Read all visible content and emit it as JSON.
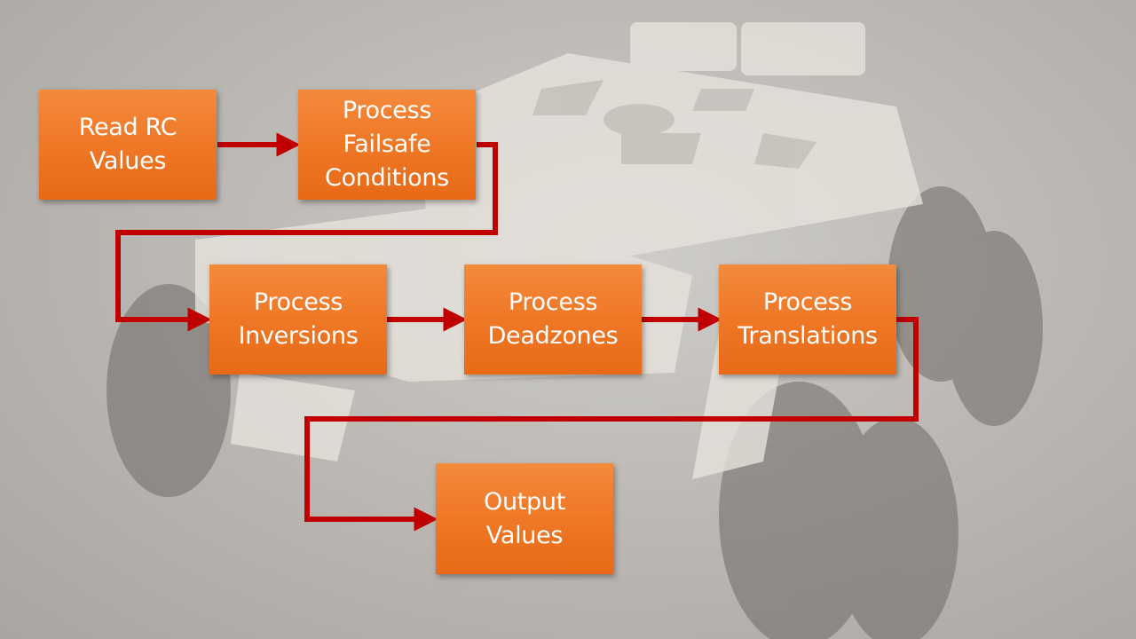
{
  "diagram": {
    "nodes": [
      {
        "id": "read_rc",
        "lines": [
          "Read RC",
          "Values"
        ]
      },
      {
        "id": "failsafe",
        "lines": [
          "Process",
          "Failsafe",
          "Conditions"
        ]
      },
      {
        "id": "inversions",
        "lines": [
          "Process",
          "Inversions"
        ]
      },
      {
        "id": "deadzones",
        "lines": [
          "Process",
          "Deadzones"
        ]
      },
      {
        "id": "translations",
        "lines": [
          "Process",
          "Translations"
        ]
      },
      {
        "id": "output",
        "lines": [
          "Output",
          "Values"
        ]
      }
    ],
    "edges": [
      [
        "read_rc",
        "failsafe"
      ],
      [
        "failsafe",
        "inversions"
      ],
      [
        "inversions",
        "deadzones"
      ],
      [
        "deadzones",
        "translations"
      ],
      [
        "translations",
        "output"
      ]
    ]
  },
  "colors": {
    "node_fill": "#ee7624",
    "node_text": "#ffffff",
    "connector": "#c00000"
  }
}
